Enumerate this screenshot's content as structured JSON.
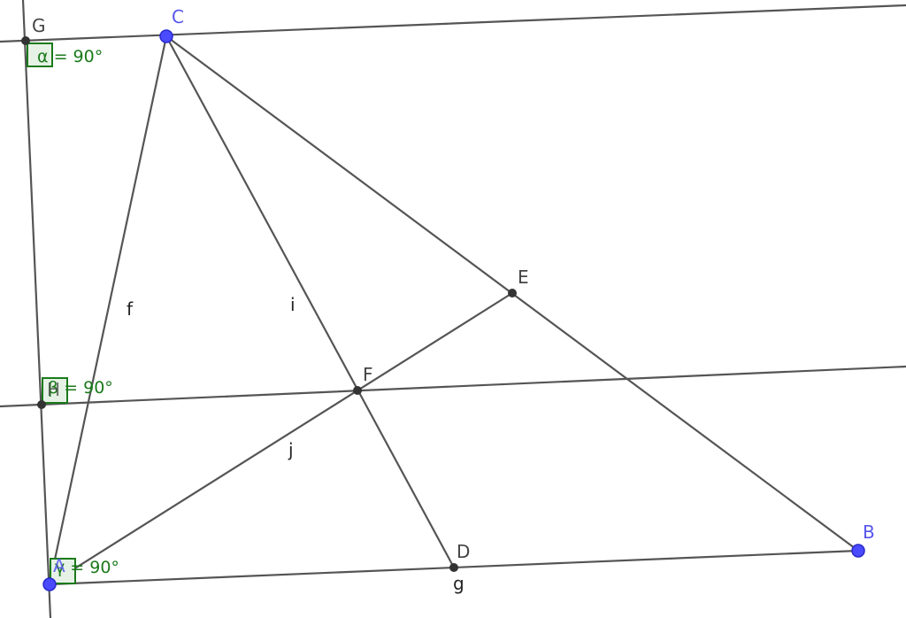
{
  "colors": {
    "line": "#555555",
    "free_point": "#4a4aff",
    "dependent_point": "#333333",
    "point_label_free": "#5555ee",
    "point_label_dependent": "#444444",
    "angle": "#1b7a1b",
    "angle_fill": "#e6f2e6"
  },
  "points": {
    "G": {
      "label": "G"
    },
    "C": {
      "label": "C"
    },
    "E": {
      "label": "E"
    },
    "F": {
      "label": "F"
    },
    "H": {
      "label": "H"
    },
    "A": {
      "label": "A"
    },
    "D": {
      "label": "D"
    },
    "B": {
      "label": "B"
    }
  },
  "segment_labels": {
    "f": "f",
    "i": "i",
    "j": "j",
    "g": "g"
  },
  "angles": {
    "alpha": {
      "label": "α = 90°"
    },
    "beta": {
      "label": "β = 90°"
    },
    "gamma": {
      "label": "γ = 90°"
    }
  }
}
